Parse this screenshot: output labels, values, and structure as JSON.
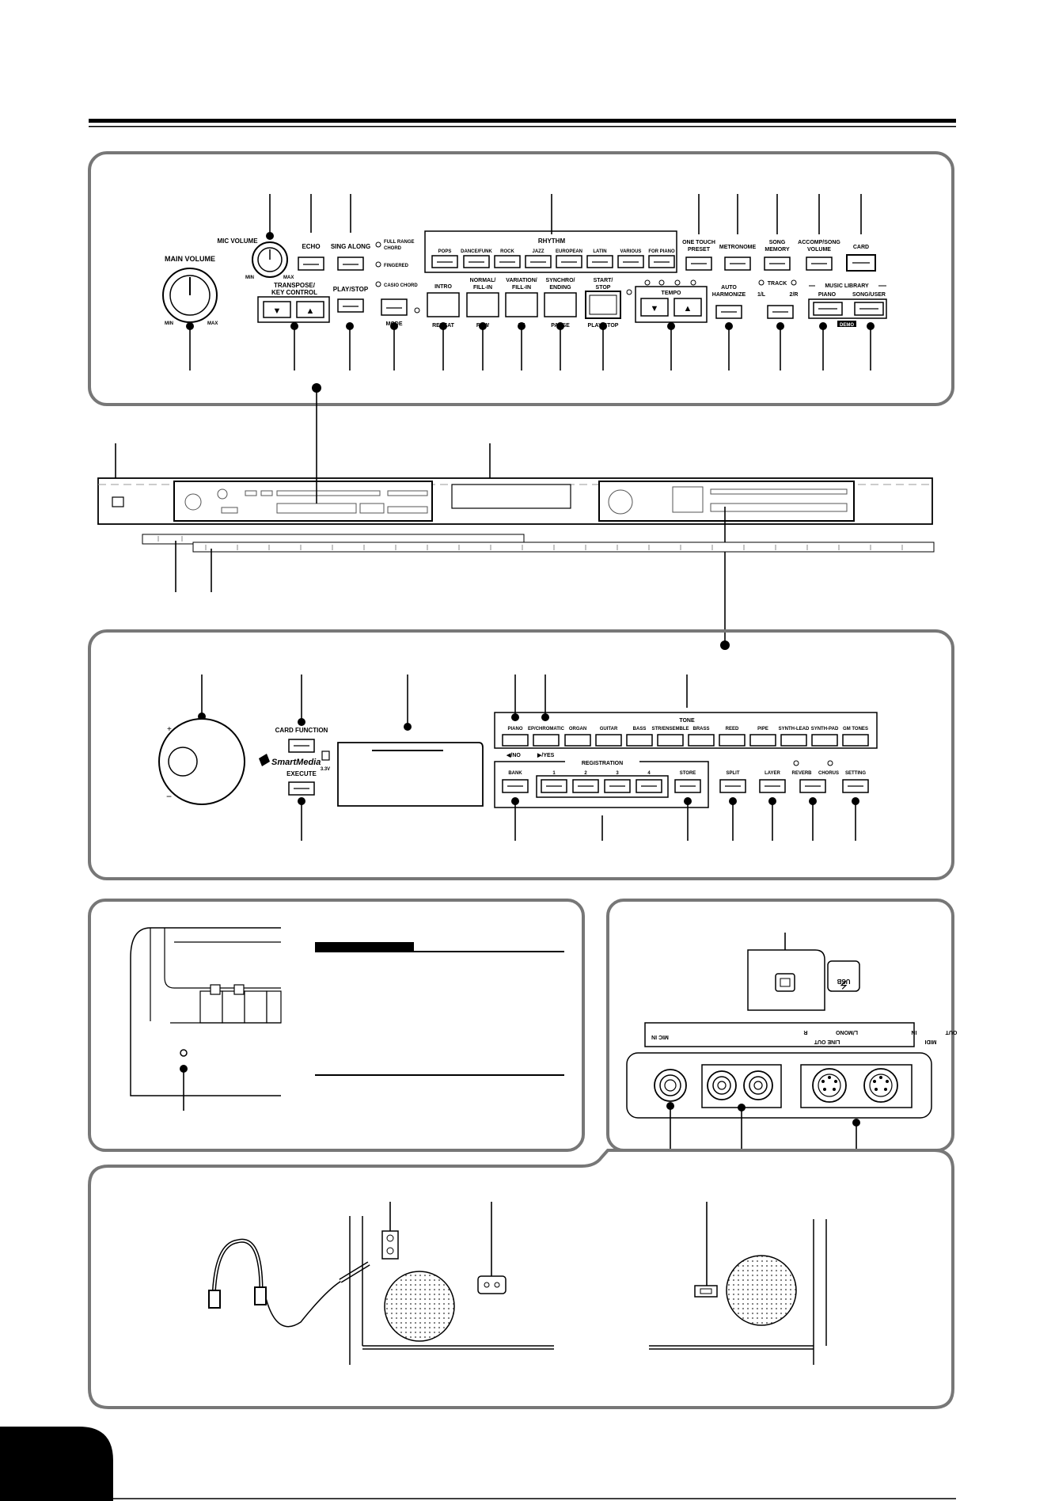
{
  "top_panel": {
    "mic_volume": "MIC VOLUME",
    "min": "MIN",
    "max": "MAX",
    "main_volume": "MAIN VOLUME",
    "echo": "ECHO",
    "sing_along": "SING ALONG",
    "transpose": [
      "TRANSPOSE/",
      "KEY CONTROL"
    ],
    "play_stop": "PLAY/STOP",
    "chord_modes": [
      "FULL RANGE",
      "CHORD",
      "FINGERED",
      "CASIO CHORD"
    ],
    "mode": "MODE",
    "rhythm": "RHYTHM",
    "rhythm_buttons": [
      "POPS",
      "DANCE/FUNK",
      "ROCK",
      "JAZZ",
      "EUROPEAN",
      "LATIN",
      "VARIOUS",
      "FOR PIANO"
    ],
    "intro": "INTRO",
    "repeat": "REPEAT",
    "normal_fill": [
      "NORMAL/",
      "FILL-IN"
    ],
    "rew": "REW",
    "variation_fill": [
      "VARIATION/",
      "FILL-IN"
    ],
    "ff": "FF",
    "synchro_ending": [
      "SYNCHRO/",
      "ENDING"
    ],
    "pause": "PAUSE",
    "start_stop": [
      "START/",
      "STOP"
    ],
    "play_stop_2": "PLAY/STOP",
    "tempo": "TEMPO",
    "one_touch_preset": [
      "ONE TOUCH",
      "PRESET"
    ],
    "metronome": "METRONOME",
    "song_memory": [
      "SONG",
      "MEMORY"
    ],
    "accomp_volume": [
      "ACCOMP/SONG",
      "VOLUME"
    ],
    "card": "CARD",
    "auto_harmonize": [
      "AUTO",
      "HARMONIZE"
    ],
    "track": "TRACK",
    "track_1": "1/L",
    "track_2": "2/R",
    "music_library": "MUSIC LIBRARY",
    "piano": "PIANO",
    "song_user": "SONG/USER",
    "demo": "DEMO"
  },
  "bottom_panel": {
    "card_function": "CARD FUNCTION",
    "smartmedia": "SmartMedia",
    "voltage": "3.3V",
    "execute": "EXECUTE",
    "tone": "TONE",
    "tone_buttons": [
      "PIANO",
      "EP/CHROMATIC",
      "ORGAN",
      "GUITAR",
      "BASS",
      "STR/ENSEMBLE",
      "BRASS",
      "REED",
      "PIPE",
      "SYNTH-LEAD",
      "SYNTH-PAD",
      "GM TONES"
    ],
    "no": "◀/NO",
    "yes": "▶/YES",
    "registration": "REGISTRATION",
    "bank": "BANK",
    "reg_numbers": [
      "1",
      "2",
      "3",
      "4"
    ],
    "store": "STORE",
    "split": "SPLIT",
    "layer": "LAYER",
    "reverb": "REVERB",
    "chorus": "CHORUS",
    "setting": "SETTING"
  },
  "terminals": {
    "usb": "USB",
    "mic_in": "MIC IN",
    "line_out": "LINE OUT",
    "r": "R",
    "l_mono": "L/MONO",
    "midi": "MIDI",
    "in": "IN",
    "out": "OUT"
  }
}
